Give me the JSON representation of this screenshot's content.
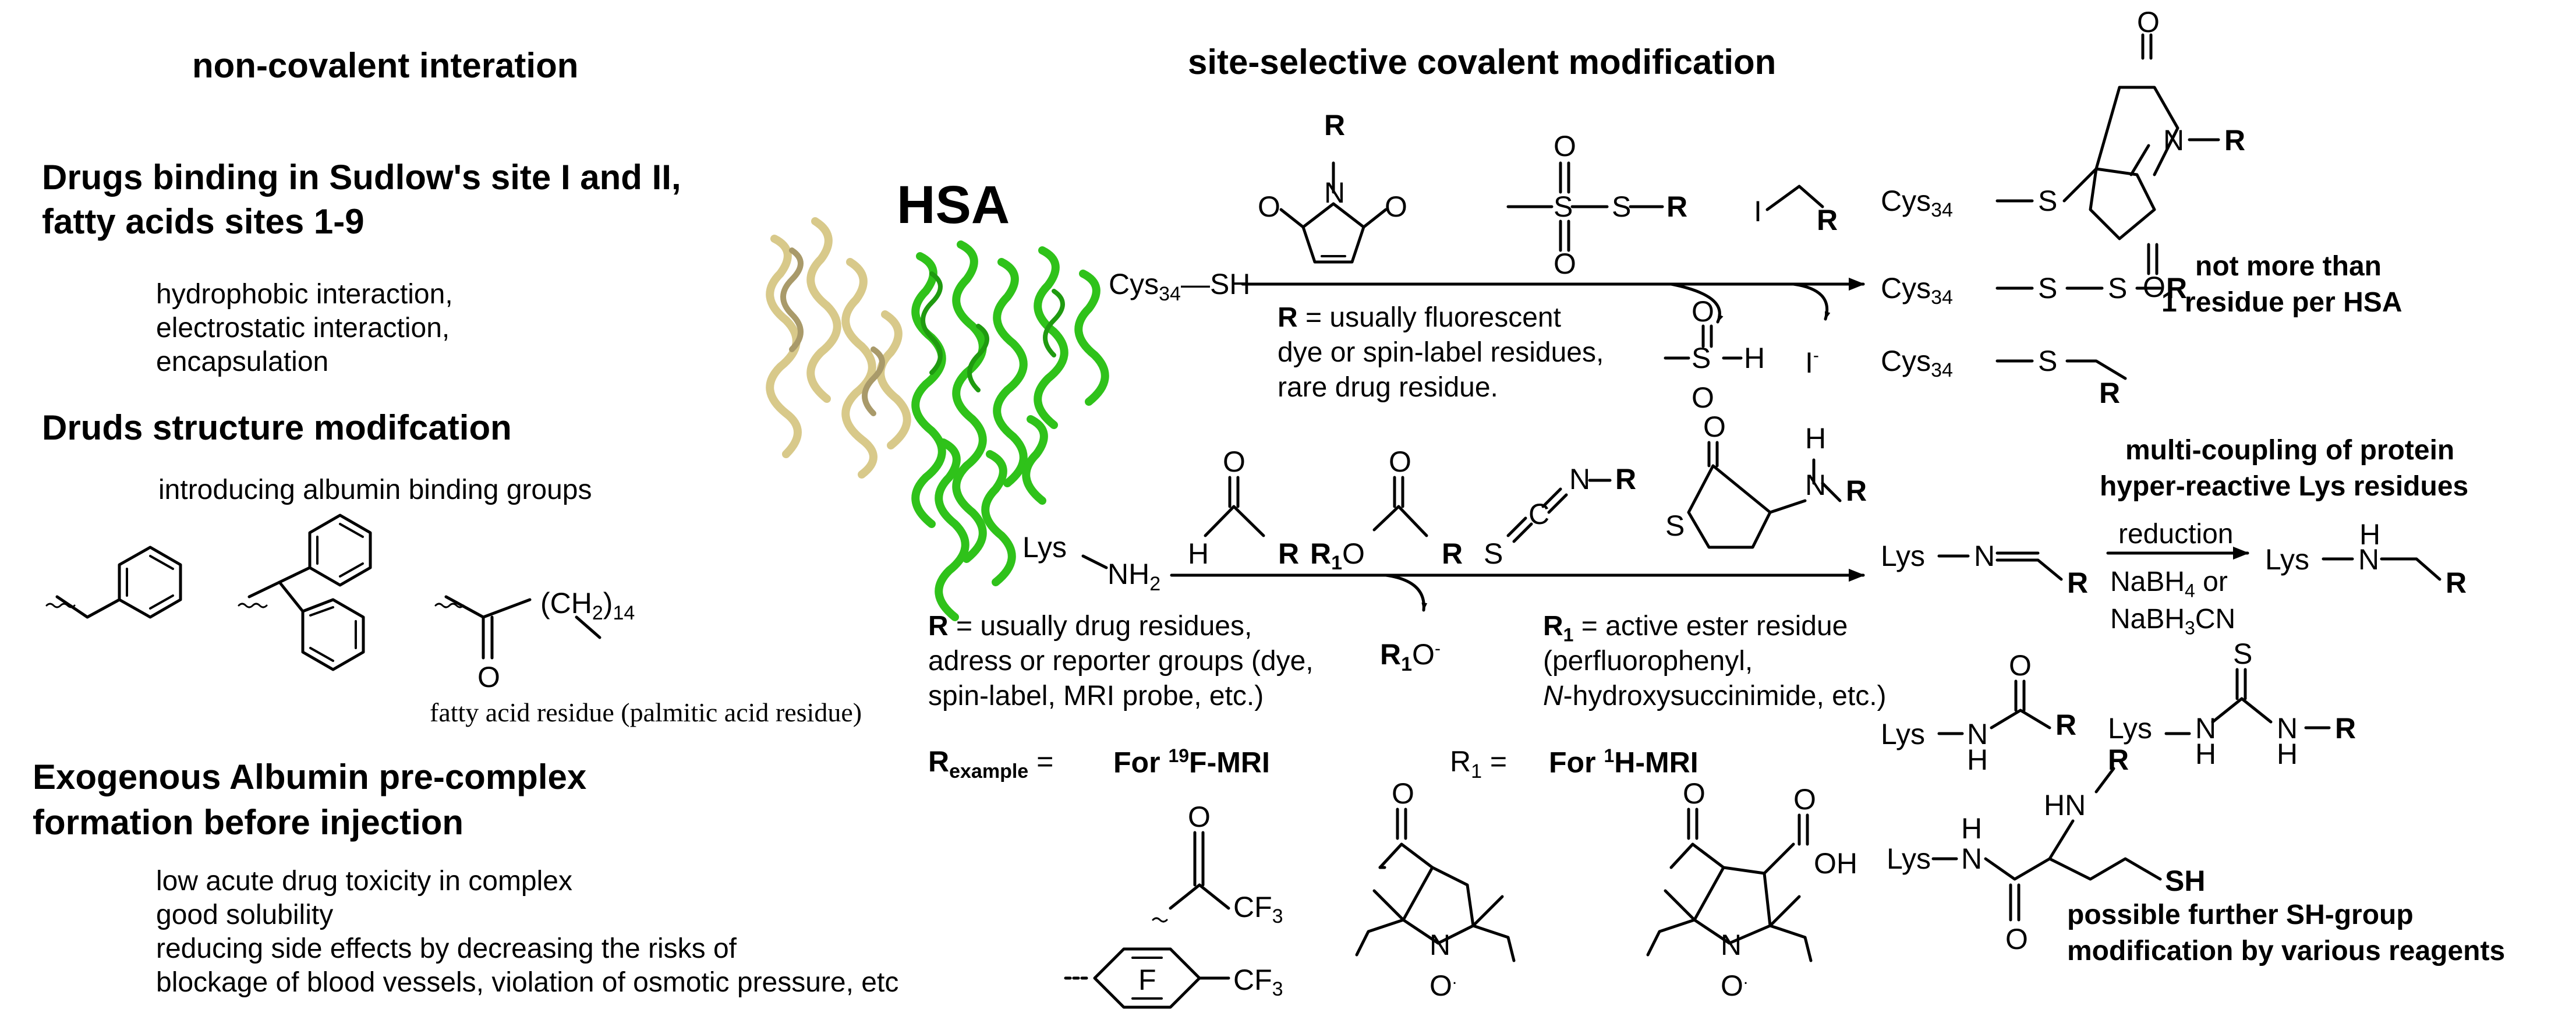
{
  "left": {
    "noncov_title": "non-covalent interation",
    "drugs_binding_title_1": "Drugs binding in Sudlow's site I and II,",
    "drugs_binding_title_2": "fatty acids sites 1-9",
    "interactions": [
      "hydrophobic interaction,",
      "electrostatic interaction,",
      "encapsulation"
    ],
    "structure_title": "Druds structure modifcation",
    "structure_sub": "introducing albumin binding groups",
    "fatty_acid_label": "fatty acid residue (palmitic acid residue)",
    "chain_label": "(CH",
    "chain_sub": "2",
    "chain_sub2": "14",
    "exogenous_title_1": "Exogenous Albumin pre-complex",
    "exogenous_title_2": "formation before injection",
    "benefits": [
      "low acute drug toxicity in complex",
      "good solubility",
      "reducing side effects by decreasing the risks of",
      "blockage of blood vessels, violation of osmotic pressure, etc"
    ]
  },
  "center": {
    "covalent_title": "site-selective covalent modification",
    "hsa_label": "HSA",
    "cys_label": "Cys",
    "cys_sub": "34",
    "cys_tail": "SH",
    "lys_label": "Lys",
    "nh2": "NH",
    "nh2_sub": "2",
    "r_cys_note_bold": "R",
    "r_cys_note_rest": " = usually fluorescent",
    "r_cys_note_2": "dye or spin-label residues,",
    "r_cys_note_3": "rare drug residue.",
    "sulfinate": "S",
    "sulfinate_h": "H",
    "iodide": "I",
    "r_lys_note_bold": "R",
    "r_lys_note_rest": " = usually drug residues,",
    "r_lys_note_2": "adress or reporter groups (dye,",
    "r_lys_note_3": "spin-label, MRI probe, etc.)",
    "r1o": "R",
    "r1o_sub": "1",
    "r1o_tail": "O",
    "r1_note_bold": "R",
    "r1_note_sub": "1",
    "r1_note_rest": " = active ester residue",
    "r1_note_2": "(perfluorophenyl,",
    "r1_note_3_italic": "N",
    "r1_note_3_rest": "-hydroxysuccinimide, etc.)",
    "rexample": "R",
    "rexample_sub": "example",
    "rexample_eq": " =",
    "f19_label_pre": "For ",
    "f19_sup": "19",
    "f19_label_post": "F-MRI",
    "r1_eq": "R",
    "r1_eq_sub": "1",
    "r1_eq_rest": " =",
    "h1_label_pre": "For ",
    "h1_sup": "1",
    "h1_label_post": "H-MRI",
    "cf3": "CF",
    "cf3_sub": "3",
    "f_label": "F",
    "oh": "OH",
    "n_label": "N",
    "o_label": "O"
  },
  "right": {
    "not_more_1": "not more than",
    "not_more_2": "1 residue per HSA",
    "multi_1": "multi-coupling of protein",
    "multi_2": "hyper-reactive Lys residues",
    "reduction": "reduction",
    "nabh4": "NaBH",
    "nabh4_sub": "4",
    "nabh4_tail": " or",
    "nabh3cn": "NaBH",
    "nabh3cn_sub": "3",
    "nabh3cn_tail": "CN",
    "sh_bold": "SH",
    "further_1": "possible further SH-group",
    "further_2": "modification by various reagents"
  },
  "colors": {
    "helix_green": "#2fc21a",
    "helix_tan": "#d8c98a",
    "helix_tan_dark": "#a99a6a"
  }
}
